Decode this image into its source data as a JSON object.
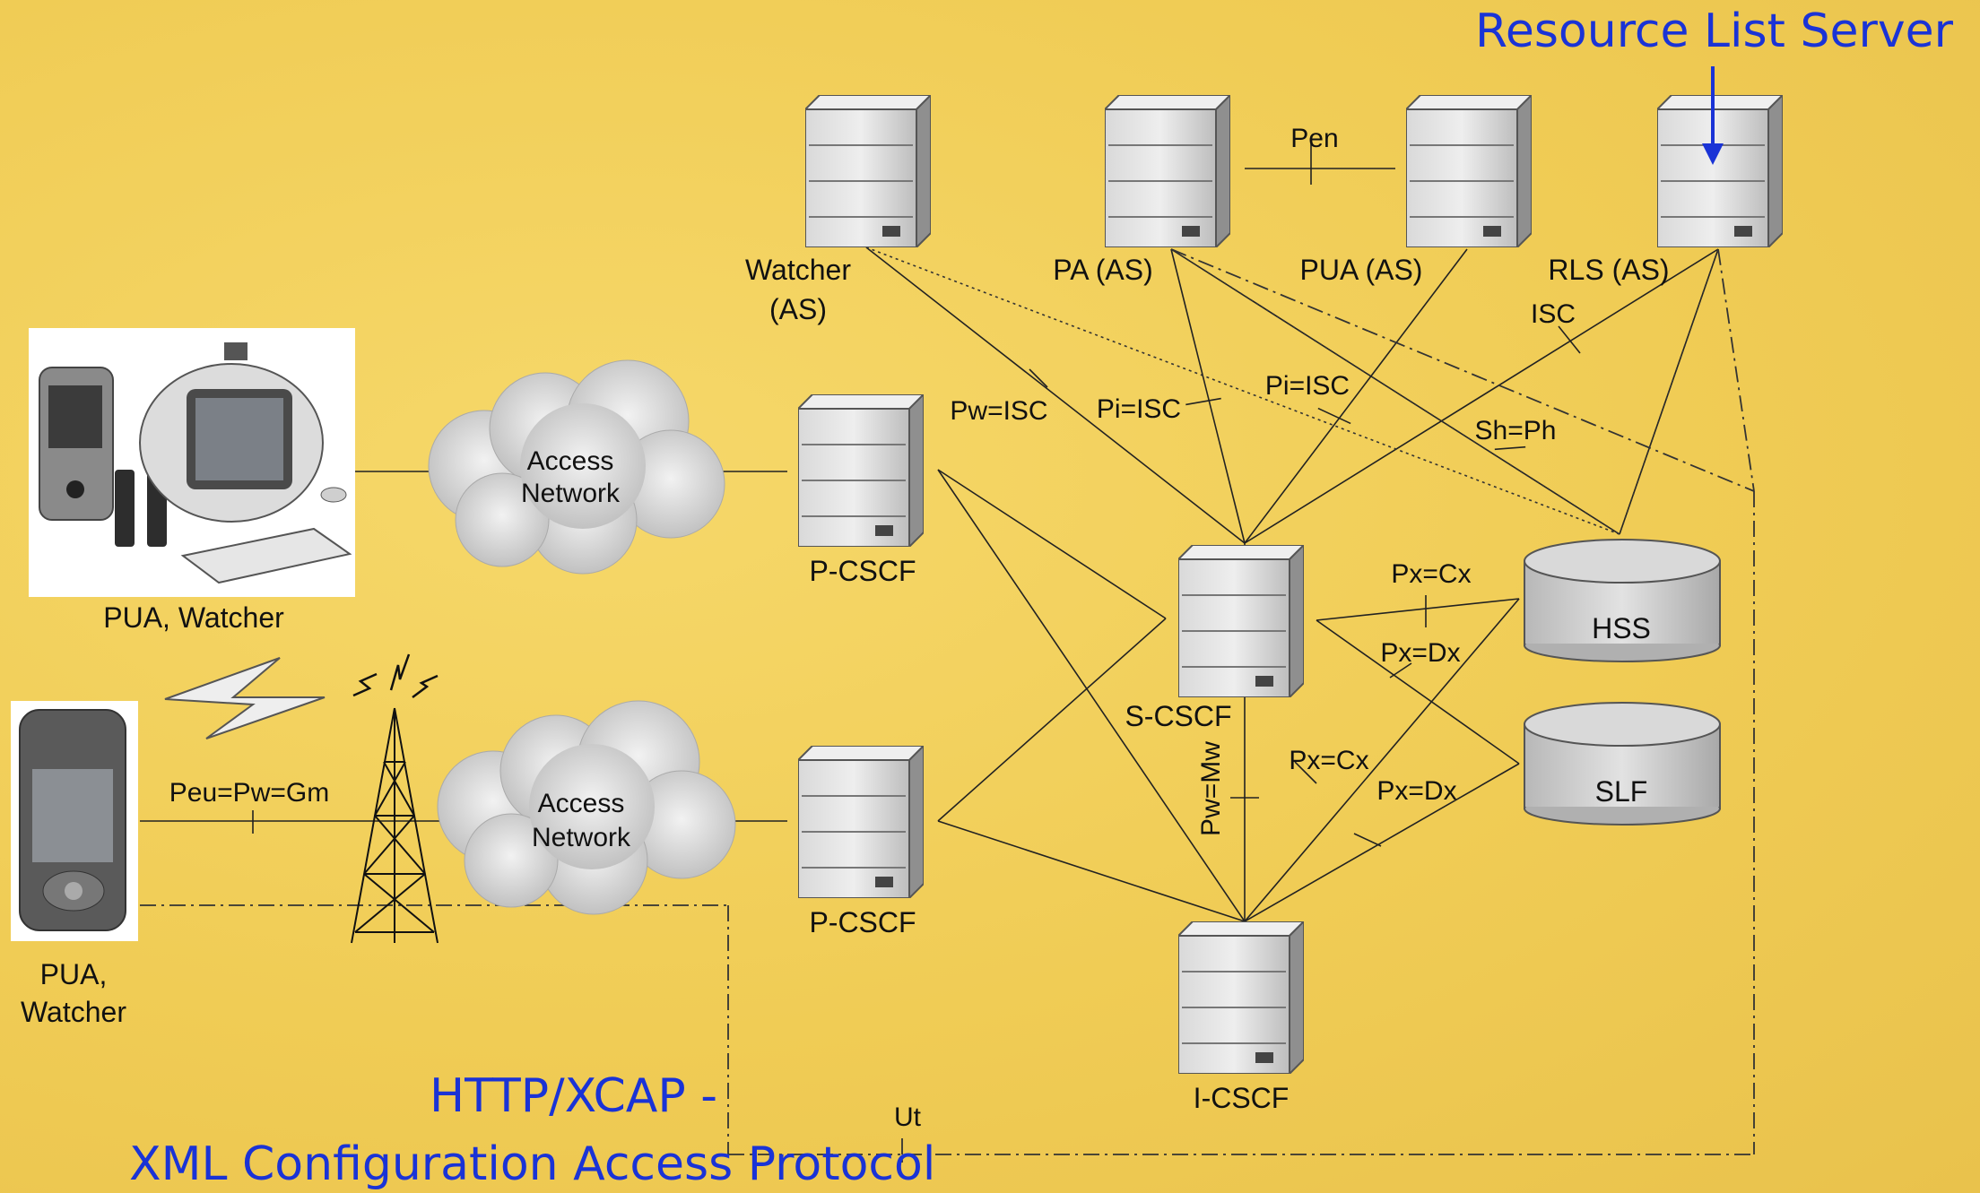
{
  "title": "Resource List Server",
  "caption": {
    "line1": "HTTP/XCAP -",
    "line2": "XML Configuration Access Protocol"
  },
  "nodes": {
    "watcher_as": [
      "Watcher",
      "(AS)"
    ],
    "pa_as": "PA (AS)",
    "pua_as": "PUA (AS)",
    "rls_as": "RLS (AS)",
    "p_cscf_1": "P-CSCF",
    "p_cscf_2": "P-CSCF",
    "s_cscf": "S-CSCF",
    "i_cscf": "I-CSCF",
    "hss": "HSS",
    "slf": "SLF",
    "pc_client": "PUA, Watcher",
    "phone_client": [
      "PUA,",
      "Watcher"
    ],
    "access_network_1": [
      "Access",
      "Network"
    ],
    "access_network_2": [
      "Access",
      "Network"
    ]
  },
  "interfaces": {
    "pen": "Pen",
    "isc": "ISC",
    "pw_isc": "Pw=ISC",
    "pi_isc_1": "Pi=ISC",
    "pi_isc_2": "Pi=ISC",
    "sh_ph": "Sh=Ph",
    "px_cx_1": "Px=Cx",
    "px_dx_1": "Px=Dx",
    "px_cx_2": "Px=Cx",
    "px_dx_2": "Px=Dx",
    "pw_mw": "Pw=Mw",
    "peu": "Peu=Pw=Gm",
    "ut": "Ut"
  },
  "colors": {
    "background": "#f1cf5a",
    "accent_text": "#1a33d6",
    "line": "#222222"
  }
}
